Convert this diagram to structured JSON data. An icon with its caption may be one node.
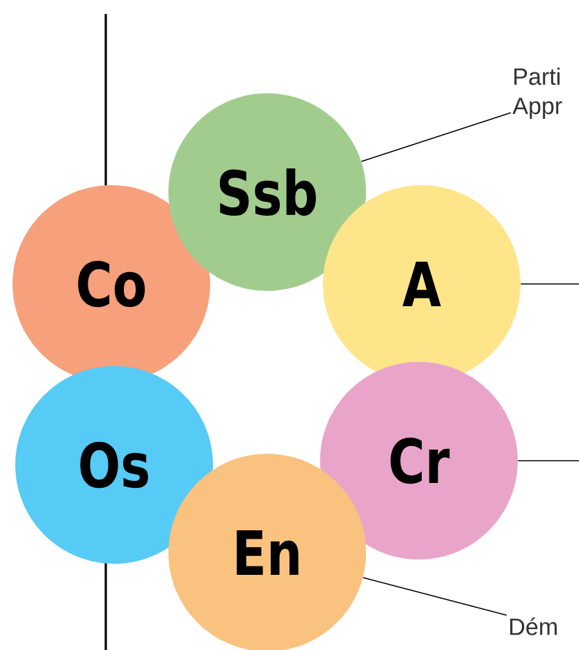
{
  "diagram": {
    "nodes": [
      {
        "text": [
          "Parti Appr"
        ]
      },
      {
        "text": [
          "Ssb"
        ]
      },
      {
        "text": [
          "Co"
        ]
      },
      {
        "text": [
          "A"
        ]
      },
      {
        "text": [
          "Os"
        ]
      },
      {
        "text": [
          "Cr"
        ]
      },
      {
        "text": [
          "En"
        ]
      },
      {
        "text": [
          "Dém"
        ]
      }
    ],
    "edges": [
      {
        "from": 1,
        "to": 0,
        "arrow": "none"
      },
      {
        "from": 3,
        "to": null,
        "arrow": "none"
      },
      {
        "from": 5,
        "to": null,
        "arrow": "none"
      },
      {
        "from": 6,
        "to": 7,
        "arrow": "none"
      }
    ]
  }
}
